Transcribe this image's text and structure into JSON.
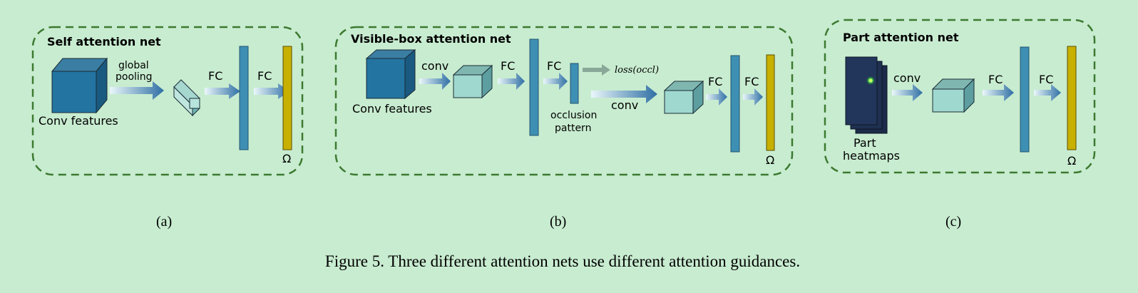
{
  "panels": {
    "a": {
      "title": "Self attention net",
      "conv_features": "Conv features",
      "pool_line1": "global",
      "pool_line2": "pooling",
      "fc1": "FC",
      "fc2": "FC",
      "omega": "Ω",
      "caption": "(a)"
    },
    "b": {
      "title": "Visible-box attention net",
      "conv_features": "Conv features",
      "conv1": "conv",
      "fc1": "FC",
      "fc2": "FC",
      "loss": "loss(occl)",
      "occl_line1": "occlusion",
      "occl_line2": "pattern",
      "conv2": "conv",
      "fc3": "FC",
      "fc4": "FC",
      "omega": "Ω",
      "caption": "(b)"
    },
    "c": {
      "title": "Part attention net",
      "heat_line1": "Part",
      "heat_line2": "heatmaps",
      "conv": "conv",
      "fc1": "FC",
      "fc2": "FC",
      "omega": "Ω",
      "caption": "(c)"
    }
  },
  "figure_caption": "Figure 5. Three different attention nets use different attention guidances.",
  "colors": {
    "background": "#c8ecd0",
    "border": "#3c7a30",
    "cube_dark": "#1f6d98",
    "cube_light": "#9fd8cf",
    "fc_bar": "#3e8fb4",
    "omega_bar": "#c8b000",
    "arrow": "#3a7cb0",
    "loss_arrow": "#8aa898"
  }
}
